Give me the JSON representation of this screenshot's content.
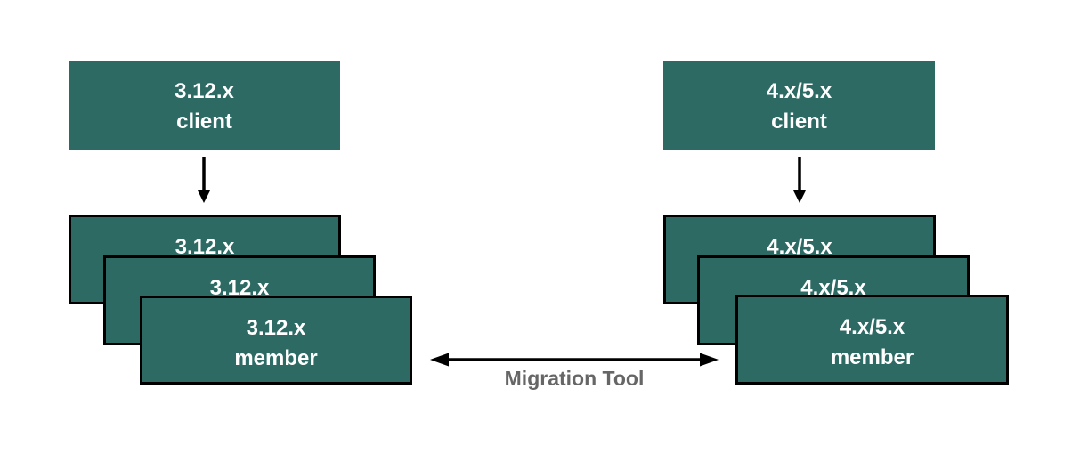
{
  "clusters": [
    {
      "client": {
        "lines": [
          "3.12.x",
          "client"
        ]
      },
      "members": [
        {
          "lines": [
            "3.12.x",
            ""
          ]
        },
        {
          "lines": [
            "3.12.x",
            ""
          ]
        },
        {
          "lines": [
            "3.12.x",
            "member"
          ]
        }
      ]
    },
    {
      "client": {
        "lines": [
          "4.x/5.x",
          "client"
        ]
      },
      "members": [
        {
          "lines": [
            "4.x/5.x",
            ""
          ]
        },
        {
          "lines": [
            "4.x/5.x",
            ""
          ]
        },
        {
          "lines": [
            "4.x/5.x",
            "member"
          ]
        }
      ]
    }
  ],
  "connector": {
    "label": "Migration Tool"
  },
  "colors": {
    "box_fill": "#2D6A64",
    "box_border": "#000000",
    "box_text": "#FFFFFF",
    "connector_label": "#666666",
    "arrow": "#000000",
    "background": "#FFFFFF"
  }
}
